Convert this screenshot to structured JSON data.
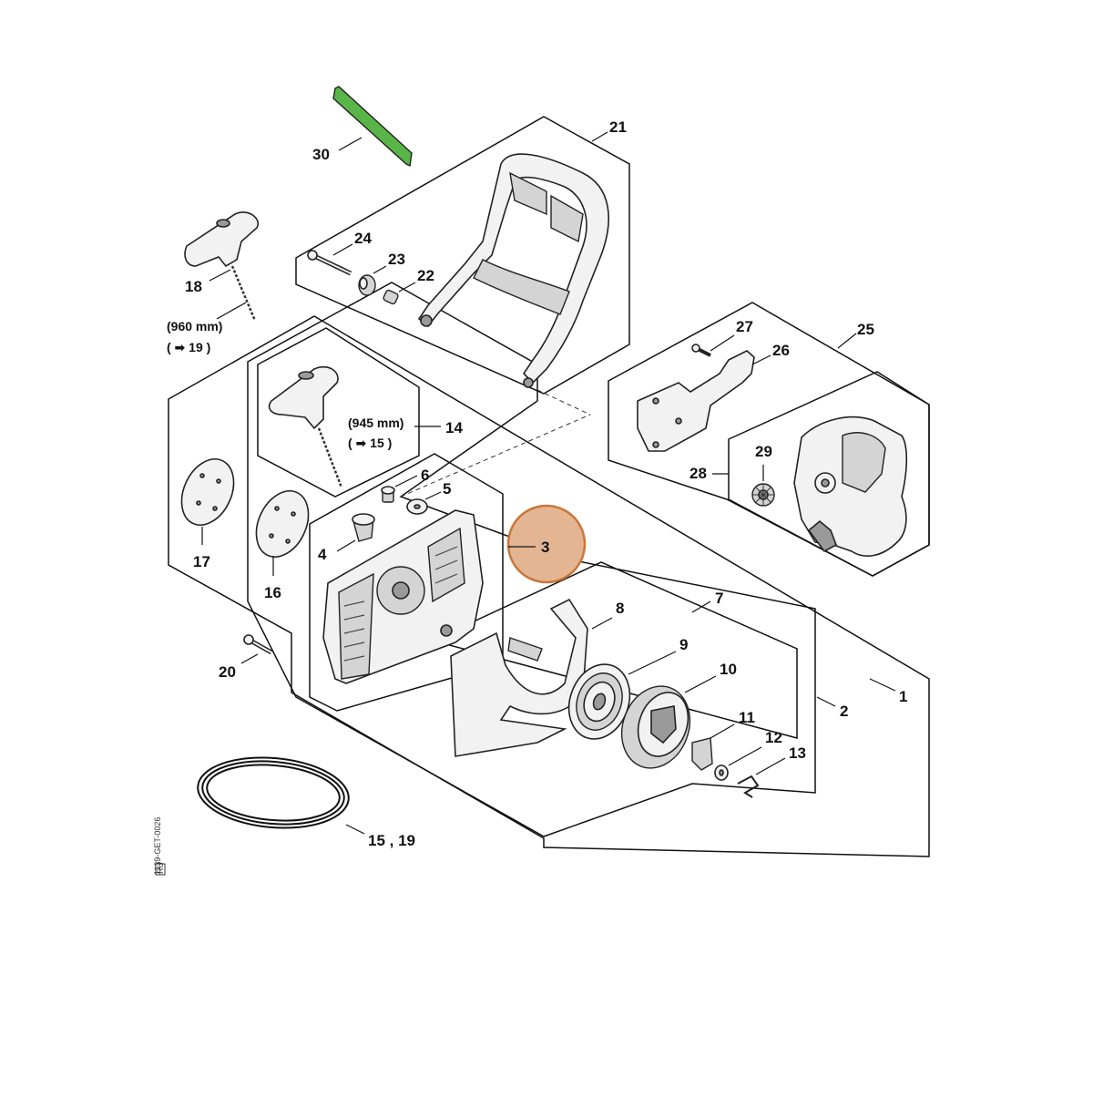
{
  "diagram": {
    "doc_id": "1139-GET-0026",
    "doc_flag": "RU",
    "highlight_color": "#e3b593",
    "highlight_stroke": "#c8763a",
    "gasket_color": "#5ab548",
    "callouts": {
      "c1": "1",
      "c2": "2",
      "c3": "3",
      "c4": "4",
      "c5": "5",
      "c6": "6",
      "c7": "7",
      "c8": "8",
      "c9": "9",
      "c10": "10",
      "c11": "11",
      "c12": "12",
      "c13": "13",
      "c14": "14",
      "c16": "16",
      "c17": "17",
      "c18": "18",
      "c20": "20",
      "c21": "21",
      "c22": "22",
      "c23": "23",
      "c24": "24",
      "c25": "25",
      "c26": "26",
      "c27": "27",
      "c28": "28",
      "c29": "29",
      "c30": "30",
      "c15_19": "15 , 19"
    },
    "notes": {
      "rope_long_length": "(960 mm)",
      "rope_long_ref": "( ➡ 19 )",
      "rope_short_length": "(945 mm)",
      "rope_short_ref": "( ➡ 15 )"
    }
  }
}
